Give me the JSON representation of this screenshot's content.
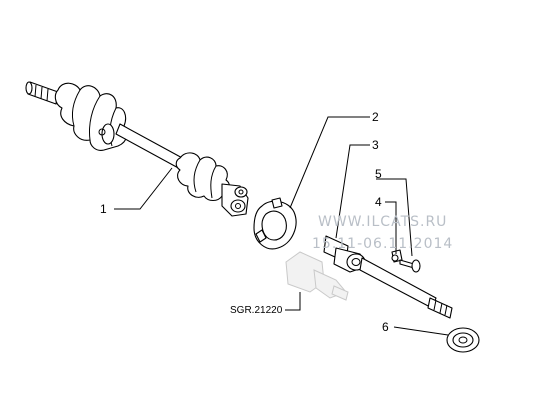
{
  "labels": {
    "p1": "1",
    "p2": "2",
    "p3": "3",
    "p4": "4",
    "p5": "5",
    "p6": "6",
    "ref": "SGR.21220"
  },
  "watermark": {
    "site": "WWW.ILCATS.RU",
    "date": "15.11-06.11.2014"
  },
  "colors": {
    "ink": "#000000",
    "watermark": "#b9bfc7",
    "ghost": "#c9c9c9"
  }
}
